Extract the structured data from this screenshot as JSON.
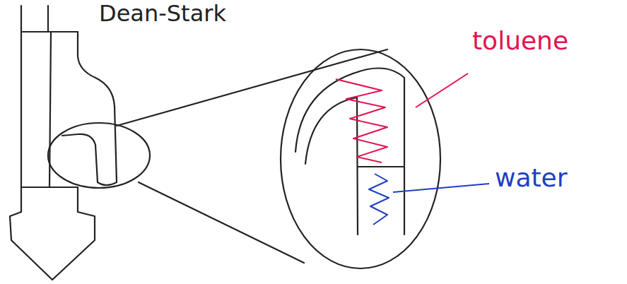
{
  "diagram": {
    "title": "Dean-Stark",
    "labels": [
      "toluene",
      "water"
    ]
  }
}
